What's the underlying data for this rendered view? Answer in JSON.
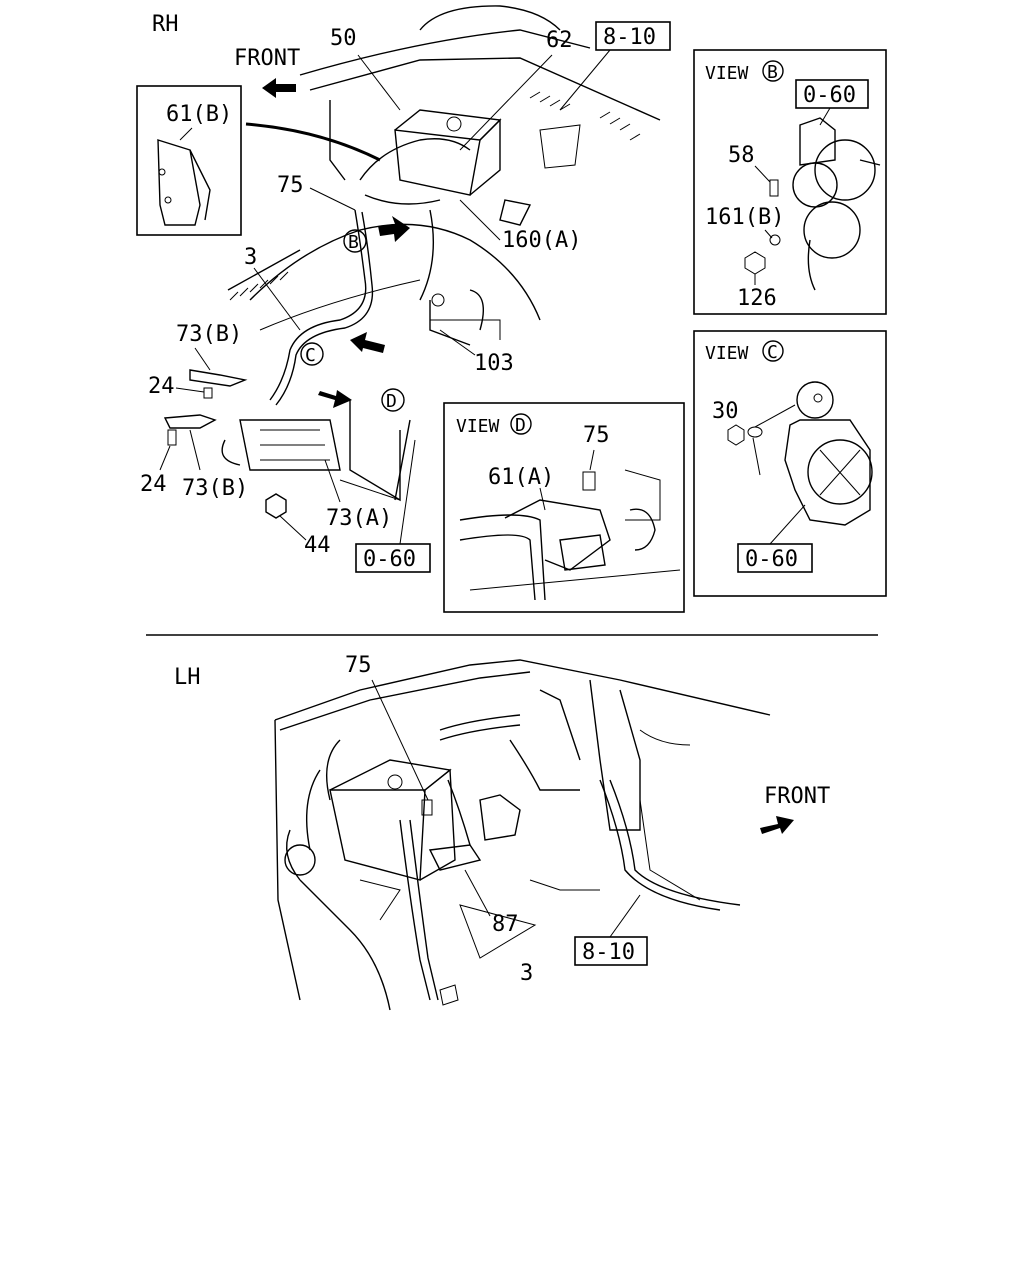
{
  "sections": {
    "rh": "RH",
    "lh": "LH"
  },
  "front_labels": {
    "rh": "FRONT",
    "lh": "FRONT"
  },
  "view_panels": {
    "b": {
      "prefix": "VIEW",
      "letter": "B"
    },
    "c": {
      "prefix": "VIEW",
      "letter": "C"
    },
    "d": {
      "prefix": "VIEW",
      "letter": "D"
    }
  },
  "callouts": {
    "c50": "50",
    "c62": "62",
    "c61b": "61(B)",
    "c75_rh": "75",
    "c160a": "160(A)",
    "c3_rh": "3",
    "c103": "103",
    "c73b_top": "73(B)",
    "c24_top": "24",
    "c24_bot": "24",
    "c73b_bot": "73(B)",
    "c73a": "73(A)",
    "c44": "44",
    "c58": "58",
    "c161b": "161(B)",
    "c126": "126",
    "c30": "30",
    "c75_d": "75",
    "c61a": "61(A)",
    "c75_lh": "75",
    "c87": "87",
    "c3_lh": "3"
  },
  "circle_letters": {
    "b_main": "B",
    "c_main": "C",
    "d_main": "D"
  },
  "ref_boxes": {
    "r810_top": "8-10",
    "r060_b": "0-60",
    "r060_main": "0-60",
    "r060_c": "0-60",
    "r810_lh": "8-10"
  },
  "icons": [
    "arrow-front-icon",
    "view-arrow-icon"
  ]
}
